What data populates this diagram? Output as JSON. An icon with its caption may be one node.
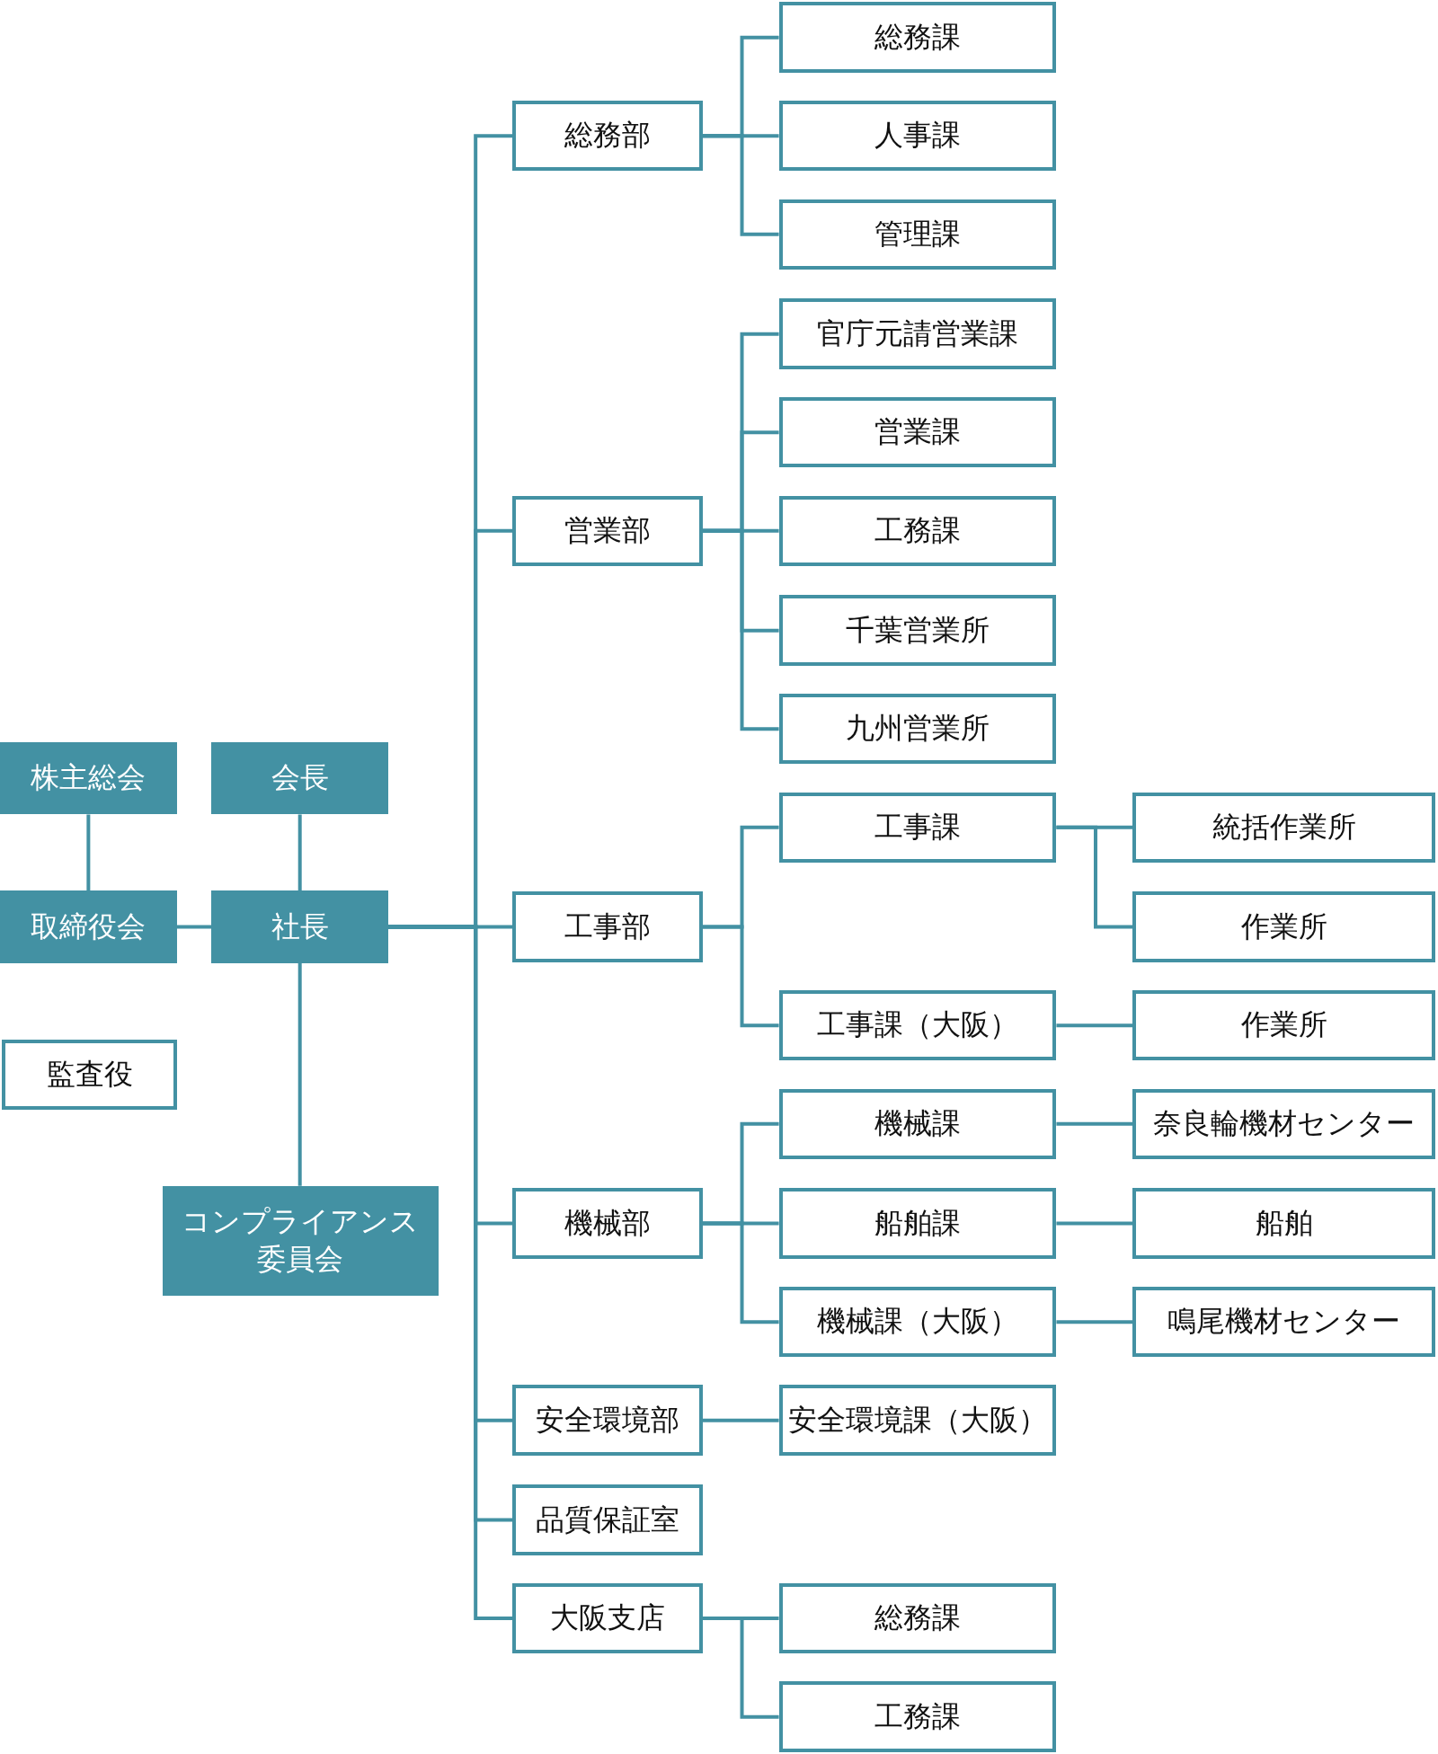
{
  "diagram": {
    "nodes": [
      {
        "text": [
          "株主総会"
        ]
      },
      {
        "text": [
          "会長"
        ]
      },
      {
        "text": [
          "取締役会"
        ]
      },
      {
        "text": [
          "社長"
        ]
      },
      {
        "text": [
          "監査役"
        ]
      },
      {
        "text": [
          "コンプライアンス委員会"
        ]
      },
      {
        "text": [
          "総務部"
        ]
      },
      {
        "text": [
          "営業部"
        ]
      },
      {
        "text": [
          "工事部"
        ]
      },
      {
        "text": [
          "機械部"
        ]
      },
      {
        "text": [
          "安全環境部"
        ]
      },
      {
        "text": [
          "品質保証室"
        ]
      },
      {
        "text": [
          "大阪支店"
        ]
      },
      {
        "text": [
          "総務課"
        ]
      },
      {
        "text": [
          "人事課"
        ]
      },
      {
        "text": [
          "管理課"
        ]
      },
      {
        "text": [
          "官庁元請営業課"
        ]
      },
      {
        "text": [
          "営業課"
        ]
      },
      {
        "text": [
          "工務課"
        ]
      },
      {
        "text": [
          "千葉営業所"
        ]
      },
      {
        "text": [
          "九州営業所"
        ]
      },
      {
        "text": [
          "工事課"
        ]
      },
      {
        "text": [
          "工事課（大阪）"
        ]
      },
      {
        "text": [
          "機械課"
        ]
      },
      {
        "text": [
          "船舶課"
        ]
      },
      {
        "text": [
          "機械課（大阪）"
        ]
      },
      {
        "text": [
          "安全環境課（大阪）"
        ]
      },
      {
        "text": [
          "総務課"
        ]
      },
      {
        "text": [
          "工務課"
        ]
      },
      {
        "text": [
          "統括作業所"
        ]
      },
      {
        "text": [
          "作業所"
        ]
      },
      {
        "text": [
          "作業所"
        ]
      },
      {
        "text": [
          "奈良輪機材センター"
        ]
      },
      {
        "text": [
          "船舶"
        ]
      },
      {
        "text": [
          "鳴尾機材センター"
        ]
      }
    ],
    "edges": [
      {
        "from": 0,
        "to": 2,
        "arrow": "none"
      },
      {
        "from": 1,
        "to": 3,
        "arrow": "none"
      },
      {
        "from": 2,
        "to": 3,
        "arrow": "none"
      },
      {
        "from": 3,
        "to": 5,
        "arrow": "none"
      },
      {
        "from": 3,
        "to": 6,
        "arrow": "none"
      },
      {
        "from": 3,
        "to": 7,
        "arrow": "none"
      },
      {
        "from": 3,
        "to": 8,
        "arrow": "none"
      },
      {
        "from": 3,
        "to": 9,
        "arrow": "none"
      },
      {
        "from": 3,
        "to": 10,
        "arrow": "none"
      },
      {
        "from": 3,
        "to": 11,
        "arrow": "none"
      },
      {
        "from": 3,
        "to": 12,
        "arrow": "none"
      },
      {
        "from": 6,
        "to": 13,
        "arrow": "none"
      },
      {
        "from": 6,
        "to": 14,
        "arrow": "none"
      },
      {
        "from": 6,
        "to": 15,
        "arrow": "none"
      },
      {
        "from": 7,
        "to": 16,
        "arrow": "none"
      },
      {
        "from": 7,
        "to": 17,
        "arrow": "none"
      },
      {
        "from": 7,
        "to": 18,
        "arrow": "none"
      },
      {
        "from": 7,
        "to": 19,
        "arrow": "none"
      },
      {
        "from": 7,
        "to": 20,
        "arrow": "none"
      },
      {
        "from": 8,
        "to": 21,
        "arrow": "none"
      },
      {
        "from": 8,
        "to": 22,
        "arrow": "none"
      },
      {
        "from": 9,
        "to": 23,
        "arrow": "none"
      },
      {
        "from": 9,
        "to": 24,
        "arrow": "none"
      },
      {
        "from": 9,
        "to": 25,
        "arrow": "none"
      },
      {
        "from": 10,
        "to": 26,
        "arrow": "none"
      },
      {
        "from": 12,
        "to": 27,
        "arrow": "none"
      },
      {
        "from": 12,
        "to": 28,
        "arrow": "none"
      },
      {
        "from": 21,
        "to": 29,
        "arrow": "none"
      },
      {
        "from": 21,
        "to": 30,
        "arrow": "none"
      },
      {
        "from": 22,
        "to": 31,
        "arrow": "none"
      },
      {
        "from": 23,
        "to": 32,
        "arrow": "none"
      },
      {
        "from": 24,
        "to": 33,
        "arrow": "none"
      },
      {
        "from": 25,
        "to": 34,
        "arrow": "none"
      }
    ]
  }
}
